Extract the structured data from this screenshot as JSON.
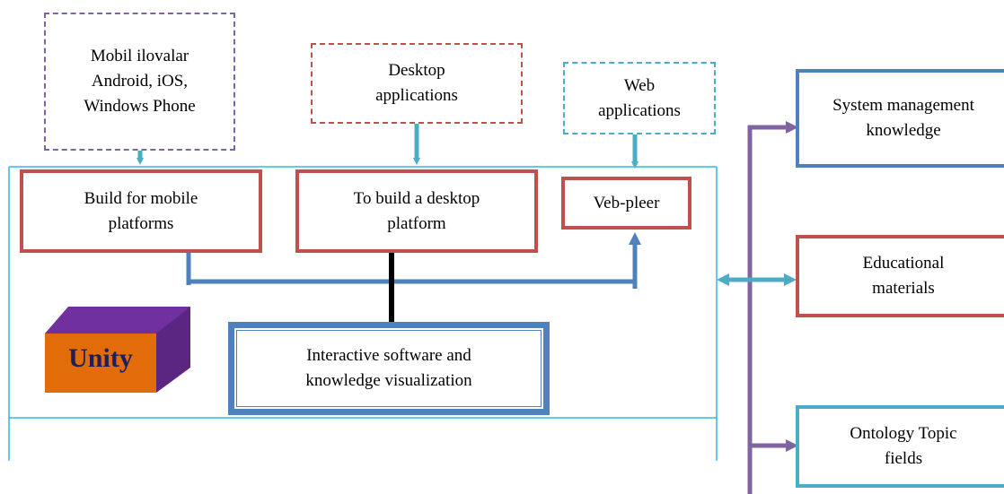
{
  "sources": {
    "mobile": "Mobil ilovalar\nAndroid, iOS,\nWindows Phone",
    "desktop": "Desktop\napplications",
    "web": "Web\napplications"
  },
  "builds": {
    "mobile": "Build for mobile\nplatforms",
    "desktop": "To build a desktop\nplatform",
    "web": "Veb-pleer"
  },
  "core": {
    "engine": "Unity",
    "visualization": "Interactive software and\nknowledge visualization"
  },
  "knowledge": {
    "system": "System management\nknowledge",
    "educational": "Educational\nmaterials",
    "ontology": "Ontology Topic\nfields"
  },
  "colors": {
    "purple": "#8064a2",
    "red": "#c0504d",
    "blue": "#4f81bd",
    "teal": "#4bacc6",
    "frame": "#33b5e5",
    "unity_front": "#e36c0a",
    "unity_top": "#7030a0"
  }
}
